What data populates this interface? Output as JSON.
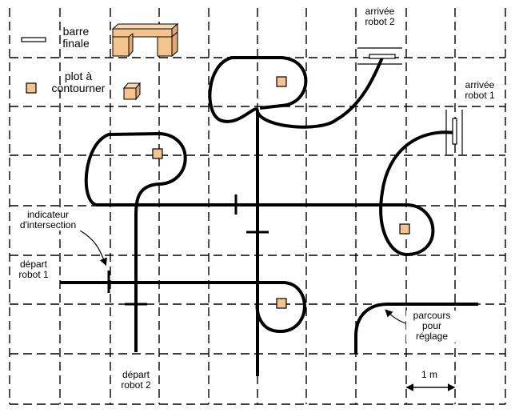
{
  "legend": {
    "bar_label_1": "barre",
    "bar_label_2": "finale",
    "plot_label_1": "plot à",
    "plot_label_2": "contourner"
  },
  "labels": {
    "arrivee2_1": "arrivée",
    "arrivee2_2": "robot 2",
    "arrivee1_1": "arrivée",
    "arrivee1_2": "robot 1",
    "indicateur_1": "indicateur",
    "indicateur_2": "d'intersection",
    "depart1_1": "départ",
    "depart1_2": "robot 1",
    "depart2_1": "départ",
    "depart2_2": "robot 2",
    "parcours_1": "parcours",
    "parcours_2": "pour",
    "parcours_3": "réglage",
    "scale": "1 m"
  },
  "colors": {
    "track": "#000000",
    "plot_fill": "#f4c48c",
    "grid": "#000000"
  }
}
